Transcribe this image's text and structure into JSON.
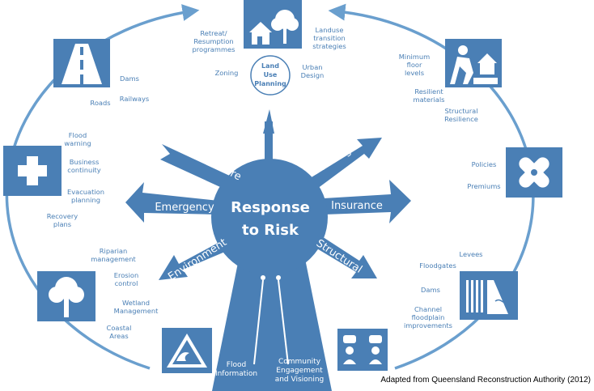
{
  "hub": {
    "line1": "Response",
    "line2": "to Risk"
  },
  "arrows": {
    "infrastructure": "Infrastructure",
    "building": "Building",
    "emergency": "Emergency",
    "insurance": "Insurance",
    "environment": "Environment",
    "structural": "Structural"
  },
  "land_use": {
    "line1": "Land",
    "line2": "Use",
    "line3": "Planning"
  },
  "labels": {
    "retreat": [
      "Retreat/",
      "Resumption",
      "programmes"
    ],
    "landuse_transition": [
      "Landuse",
      "transition",
      "strategies"
    ],
    "zoning": [
      "Zoning"
    ],
    "urban_design": [
      "Urban",
      "Design"
    ],
    "dams_top": [
      "Dams"
    ],
    "roads": [
      "Roads"
    ],
    "railways": [
      "Railways"
    ],
    "min_floor": [
      "Minimum",
      "floor",
      "levels"
    ],
    "resilient": [
      "Resilient",
      "materials"
    ],
    "struct_resilience": [
      "Structural",
      "Resilience"
    ],
    "flood_warning": [
      "Flood",
      "warning"
    ],
    "business": [
      "Business",
      "continuity"
    ],
    "evacuation": [
      "Evacuation",
      "planning"
    ],
    "recovery": [
      "Recovery",
      "plans"
    ],
    "policies": [
      "Policies"
    ],
    "premiums": [
      "Premiums"
    ],
    "riparian": [
      "Riparian",
      "management"
    ],
    "erosion": [
      "Erosion",
      "control"
    ],
    "wetland": [
      "Wetland",
      "Management"
    ],
    "coastal": [
      "Coastal",
      "Areas"
    ],
    "levees": [
      "Levees"
    ],
    "floodgates": [
      "Floodgates"
    ],
    "dams_right": [
      "Dams"
    ],
    "channel": [
      "Channel",
      "floodplain",
      "improvements"
    ],
    "flood_info": [
      "Flood",
      "Information"
    ],
    "community": [
      "Community",
      "Engagement",
      "and Visioning"
    ]
  },
  "icons": {
    "top": "house-tree-icon",
    "road": "road-icon",
    "builder": "builder-house-icon",
    "medical": "medical-cross-icon",
    "bandage": "bandage-icon",
    "tree": "tree-icon",
    "dam": "dam-icon",
    "wave": "wave-warning-icon",
    "community": "community-chat-icon"
  },
  "credit": "Adapted from Queensland Reconstruction Authority (2012)",
  "colors": {
    "primary": "#4a7fb5",
    "ring": "#6a9fce",
    "text": "#4a7fb5"
  }
}
